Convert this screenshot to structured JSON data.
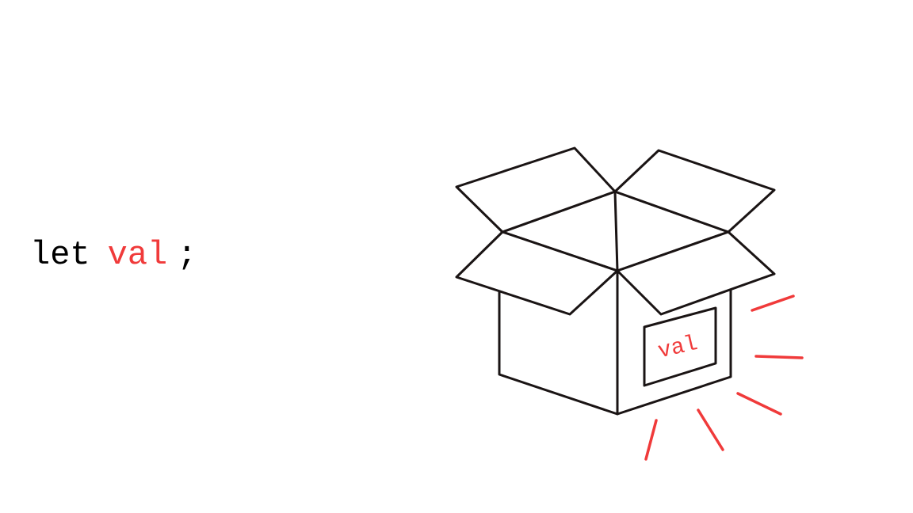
{
  "code": {
    "keyword": "let",
    "variable": "val",
    "terminator": ";"
  },
  "box": {
    "label": "val"
  },
  "colors": {
    "text": "#000000",
    "accent": "#f03a3a",
    "stroke": "#1a1414",
    "background": "#ffffff"
  },
  "icons": {
    "box": "open-cardboard-box-icon",
    "glow": "burst-lines-icon"
  }
}
